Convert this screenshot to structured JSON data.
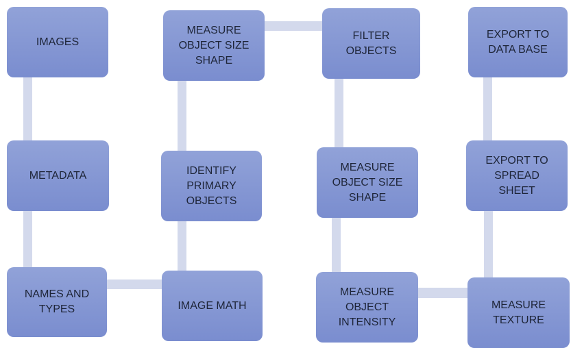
{
  "nodes": {
    "images": "IMAGES",
    "metadata": "METADATA",
    "names_and_types": "NAMES AND\nTYPES",
    "measure_size_shape_1": "MEASURE\nOBJECT SIZE\nSHAPE",
    "identify_primary": "IDENTIFY\nPRIMARY\nOBJECTS",
    "image_math": "IMAGE MATH",
    "filter_objects": "FILTER\nOBJECTS",
    "measure_size_shape_2": "MEASURE\nOBJECT SIZE\nSHAPE",
    "measure_intensity": "MEASURE\nOBJECT\nINTENSITY",
    "export_database": "EXPORT TO\nDATA BASE",
    "export_spreadsheet": "EXPORT TO\nSPREAD\nSHEET",
    "measure_texture": "MEASURE\nTEXTURE"
  },
  "edges": [
    [
      "images",
      "metadata"
    ],
    [
      "metadata",
      "names_and_types"
    ],
    [
      "names_and_types",
      "image_math"
    ],
    [
      "image_math",
      "identify_primary"
    ],
    [
      "identify_primary",
      "measure_size_shape_1"
    ],
    [
      "measure_size_shape_1",
      "filter_objects"
    ],
    [
      "filter_objects",
      "measure_size_shape_2"
    ],
    [
      "measure_size_shape_2",
      "measure_intensity"
    ],
    [
      "measure_intensity",
      "measure_texture"
    ],
    [
      "measure_texture",
      "export_spreadsheet"
    ],
    [
      "export_spreadsheet",
      "export_database"
    ]
  ]
}
